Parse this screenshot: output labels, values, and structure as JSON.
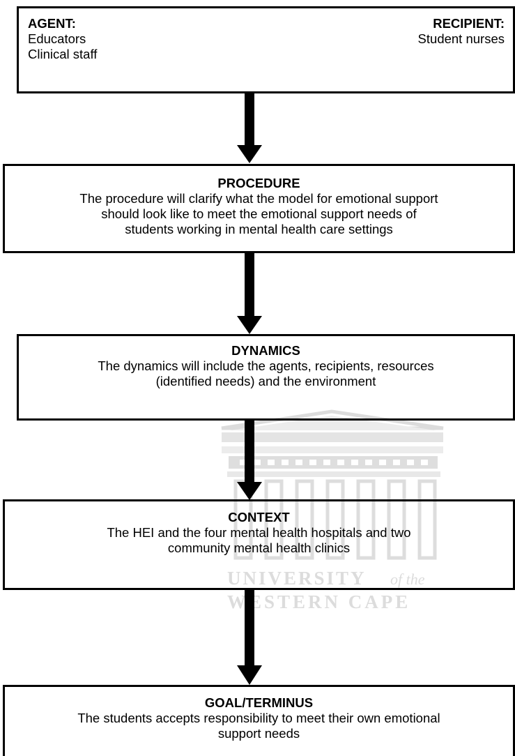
{
  "boxes": {
    "agent": {
      "left_heading": "AGENT:",
      "left_lines": [
        "Educators",
        "Clinical staff"
      ],
      "right_heading": "RECIPIENT:",
      "right_lines": [
        "Student nurses"
      ]
    },
    "procedure": {
      "heading": "PROCEDURE",
      "lines": [
        "The procedure will clarify what the model for emotional support",
        "should look like to meet the emotional support needs of",
        "students working in mental health care settings"
      ]
    },
    "dynamics": {
      "heading": "DYNAMICS",
      "lines": [
        "The dynamics will include the agents, recipients, resources",
        "(identified needs) and the environment"
      ]
    },
    "context": {
      "heading": "CONTEXT",
      "lines": [
        "The HEI and the four mental health hospitals and two",
        "community mental health clinics"
      ]
    },
    "goal": {
      "heading": "GOAL/TERMINUS",
      "lines": [
        "The students accepts responsibility to meet their own emotional",
        "support needs"
      ]
    }
  },
  "watermark": {
    "line1": "UNIVERSITY",
    "line1_suffix": "of the",
    "line2": "WESTERN CAPE",
    "color": "#d9d9d9"
  },
  "colors": {
    "stroke": "#000000",
    "watermark": "#dcdcdc"
  }
}
